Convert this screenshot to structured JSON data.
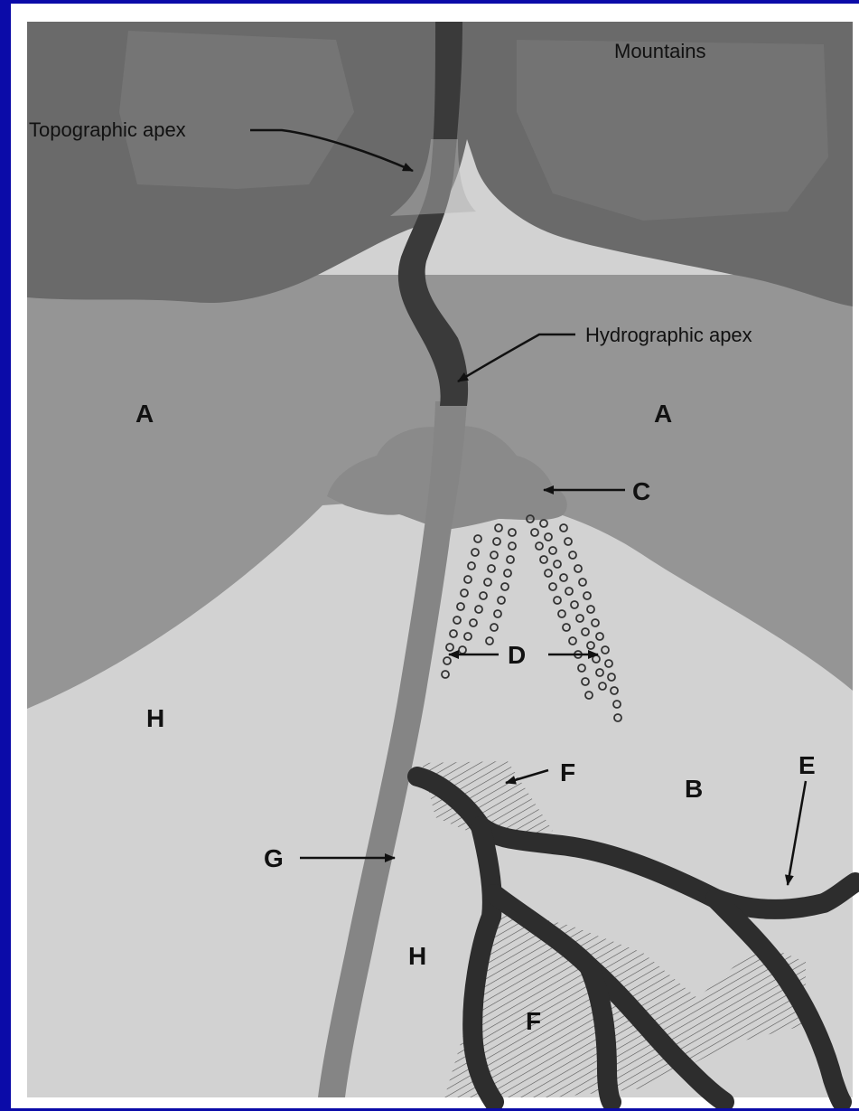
{
  "labels": {
    "mountains": "Mountains",
    "topographic_apex": "Topographic apex",
    "hydrographic_apex": "Hydrographic apex",
    "a_left": "A",
    "a_right": "A",
    "c": "C",
    "d": "D",
    "h_left": "H",
    "h_lower": "H",
    "f_upper": "F",
    "f_lower": "F",
    "b": "B",
    "e": "E",
    "g": "G"
  },
  "colors": {
    "frame_border": "#0b0ba8",
    "mountains": "#6a6a6a",
    "fan_upper": "#959595",
    "fan_lower": "#d2d2d2",
    "main_channel": "#3a3a3a",
    "incised_channel": "#858585",
    "lobe_c": "#8a8a8a",
    "river_network": "#2d2d2d"
  }
}
